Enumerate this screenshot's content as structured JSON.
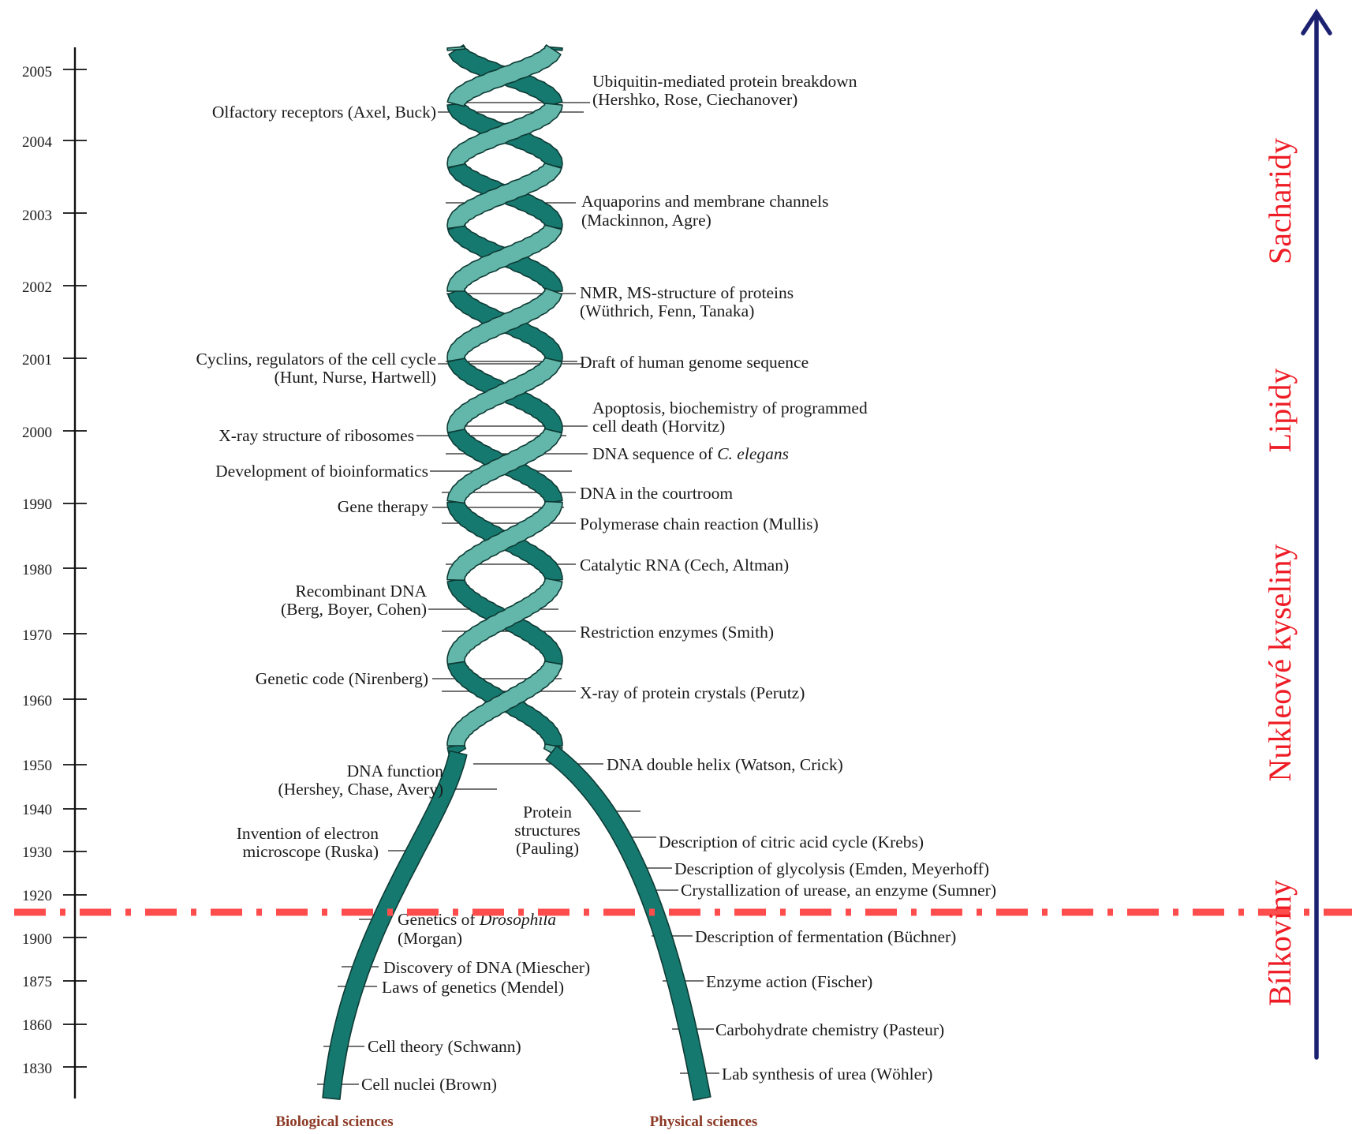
{
  "colors": {
    "helix_dark": "#16796f",
    "helix_light": "#63b7aa",
    "helix_outline": "#0d3b35",
    "axis": "#111111",
    "arrow": "#1c2170",
    "dashed_line": "#ff4c4c",
    "side_text": "#ee1c25",
    "footer_text": "#8c3a26"
  },
  "timeline": {
    "years": [
      "2005",
      "2004",
      "2003",
      "2002",
      "2001",
      "2000",
      "1990",
      "1980",
      "1970",
      "1960",
      "1950",
      "1940",
      "1930",
      "1920",
      "1900",
      "1875",
      "1860",
      "1830"
    ]
  },
  "labels_left": {
    "olfactory": "Olfactory receptors (Axel, Buck)",
    "cyclins_1": "Cyclins, regulators of the cell cycle",
    "cyclins_2": "(Hunt, Nurse, Hartwell)",
    "ribosomes": "X-ray structure of ribosomes",
    "bioinformatics": "Development of bioinformatics",
    "gene_therapy": "Gene therapy",
    "recombinant_1": "Recombinant DNA",
    "recombinant_2": "(Berg, Boyer, Cohen)",
    "genetic_code": "Genetic code (Nirenberg)",
    "dna_function_1": "DNA function",
    "dna_function_2": "(Hershey, Chase, Avery)",
    "em_1": "Invention of electron",
    "em_2": "microscope (Ruska)",
    "drosophila_1": "Genetics of ",
    "drosophila_italic": "Drosophila",
    "drosophila_2": "(Morgan)",
    "miescher": "Discovery of DNA (Miescher)",
    "mendel": "Laws of genetics (Mendel)",
    "cell_theory": "Cell theory (Schwann)",
    "cell_nuclei": "Cell nuclei (Brown)"
  },
  "labels_right": {
    "ubiquitin_1": "Ubiquitin-mediated protein breakdown",
    "ubiquitin_2": "(Hershko, Rose, Ciechanover)",
    "aquaporins_1": "Aquaporins and membrane channels",
    "aquaporins_2": "(Mackinnon, Agre)",
    "nmr_1": "NMR, MS-structure of proteins",
    "nmr_2": "(Wüthrich, Fenn, Tanaka)",
    "genome": "Draft of human genome sequence",
    "apoptosis_1": "Apoptosis, biochemistry of programmed",
    "apoptosis_2": "cell death (Horvitz)",
    "celegans_1": "DNA sequence of ",
    "celegans_italic": "C. elegans",
    "courtroom": "DNA in the courtroom",
    "pcr": "Polymerase chain reaction (Mullis)",
    "catalytic_rna": "Catalytic RNA (Cech, Altman)",
    "restriction": "Restriction enzymes (Smith)",
    "xray_protein": "X-ray of protein crystals (Perutz)",
    "double_helix": "DNA double helix (Watson, Crick)",
    "pauling_1": "Protein",
    "pauling_2": "structures",
    "pauling_3": "(Pauling)",
    "krebs": "Description of citric acid cycle (Krebs)",
    "glycolysis": "Description of glycolysis (Emden, Meyerhoff)",
    "urease": "Crystallization of urease, an enzyme (Sumner)",
    "fermentation": "Description of fermentation (Büchner)",
    "enzyme_action": "Enzyme action (Fischer)",
    "carbohydrate": "Carbohydrate chemistry (Pasteur)",
    "urea": "Lab synthesis of urea (Wöhler)"
  },
  "footer": {
    "biological": "Biological sciences",
    "physical": "Physical sciences"
  },
  "side_labels": {
    "sacharidy": "Sacharidy",
    "lipidy": "Lipidy",
    "nukleove": "Nukleové kyseliny",
    "bilkoviny": "Bílkoviny"
  }
}
